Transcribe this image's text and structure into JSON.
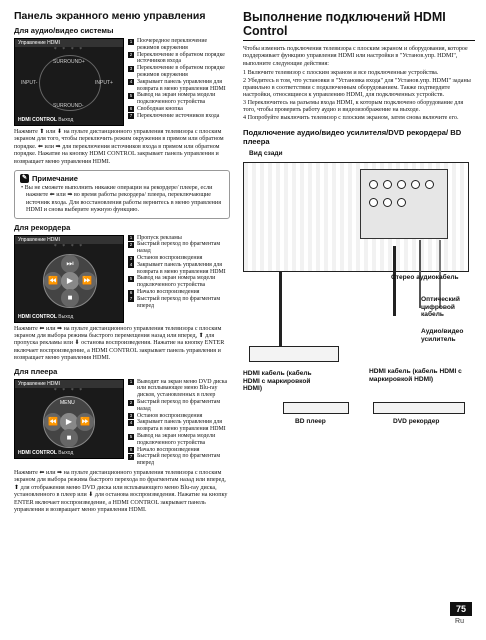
{
  "left": {
    "title": "Панель экранного меню управления",
    "sec1": {
      "heading": "Для аудио/видео системы",
      "screen_title": "Управление HDMI",
      "stars": "* * * *",
      "ring_top": "SURROUND+",
      "ring_left": "INPUT-",
      "ring_right": "INPUT+",
      "ring_bottom": "SURROUND-",
      "footer_bold": "HDMI CONTROL",
      "footer_rest": " Выход",
      "items": [
        {
          "n": "1",
          "t": "Поочередное переключение режимов окружения"
        },
        {
          "n": "2",
          "t": "Переключение в обратном порядке источников входа"
        },
        {
          "n": "3",
          "t": "Переключение в обратном порядке режимов окружения"
        },
        {
          "n": "4",
          "t": "Закрывает панель управления для возврата в меню управления HDMI"
        },
        {
          "n": "5",
          "t": "Вывод на экран номера модели подключенного устройства"
        },
        {
          "n": "6",
          "t": "Свободная кнопка"
        },
        {
          "n": "7",
          "t": "Переключение источников входа"
        }
      ],
      "body": "Нажмите ⬆ или ⬇ на пульте дистанционного управления телевизора с плоским экраном для того, чтобы переключить режим окружения в прямом или обратном порядке. ⬅ или ➡ для переключения источников входа в прямом или обратном порядке. Нажатие на кнопку HDMI CONTROL закрывает панель управления и возвращает меню управления HDMI."
    },
    "note": {
      "heading": "Примечание",
      "text": "• Вы не сможете выполнить никакие операции на рекордере/ плеере, если нажмете ⬅ или ➡ во время работы рекордера/ плеера, переключающие источник входа. Для восстановления работы вернитесь в меню управления HDMI и снова выберите нужную функцию."
    },
    "sec2": {
      "heading": "Для рекордера",
      "screen_title": "Управление HDMI",
      "stars": "* * * *",
      "footer_bold": "HDMI CONTROL",
      "footer_rest": " Выход",
      "items": [
        {
          "n": "1",
          "t": "Пропуск рекламы"
        },
        {
          "n": "2",
          "t": "Быстрый переход по фрагментам назад"
        },
        {
          "n": "3",
          "t": "Останов воспроизведения"
        },
        {
          "n": "4",
          "t": "Закрывает панель управления для возврата в меню управления HDMI"
        },
        {
          "n": "5",
          "t": "Вывод на экран номера модели подключенного устройства"
        },
        {
          "n": "6",
          "t": "Начало воспроизведения"
        },
        {
          "n": "7",
          "t": "Быстрый переход по фрагментам вперед"
        }
      ],
      "body": "Нажмите ⬅ или ➡ на пульте дистанционного управления телевизора с плоским экраном для выбора режима быстрого перемещения назад или вперед, ⬆ для пропуска рекламы или ⬇ останова воспроизведения. Нажатие на кнопку ENTER включает воспроизведение, а HDMI CONTROL закрывает панель управления и возвращает меню управления HDMI."
    },
    "sec3": {
      "heading": "Для плеера",
      "screen_title": "Управление HDMI",
      "stars": "* * * *",
      "menu_label": "MENU",
      "footer_bold": "HDMI CONTROL",
      "footer_rest": " Выход",
      "items": [
        {
          "n": "1",
          "t": "Выводит на экран меню DVD диска или всплывающее меню Blu-ray дисков, установленных в плеер"
        },
        {
          "n": "2",
          "t": "Быстрый переход по фрагментам назад"
        },
        {
          "n": "3",
          "t": "Останов воспроизведения"
        },
        {
          "n": "4",
          "t": "Закрывает панель управления для возврата в меню управления HDMI"
        },
        {
          "n": "5",
          "t": "Вывод на экран номера модели подключенного устройства"
        },
        {
          "n": "6",
          "t": "Начало воспроизведения"
        },
        {
          "n": "7",
          "t": "Быстрый переход по фрагментам вперед"
        }
      ],
      "body": "Нажмите ⬅ или ➡ на пульте дистанционного управления телевизора с плоским экраном для выбора режима быстрого перехода по фрагментам назад или вперед, ⬆ для отображения меню DVD диска или всплывающего меню Blu-ray диска, установленного в плеер или ⬇ для останова воспроизведения. Нажатие на кнопку ENTER включает воспроизведение, а HDMI CONTROL закрывает панель управления и возвращает меню управления HDMI."
    }
  },
  "right": {
    "title": "Выполнение подключений HDMI Control",
    "intro": "Чтобы изменить подключения телевизора с плоским экраном и оборудования, которое поддерживает функцию управления HDMI или настройки в \"Установ.упр. HDMI\", выполните следующие действия:",
    "steps": [
      "1    Включите телевизор с плоским экраном и все подключенные устройства.",
      "2    Убедитесь в том, что установки в \"Установка входа\" для \"Установ.упр. HDMI\" заданы правильно в соответствии с подключенным оборудованием. Также подтвердите настройки, относящиеся к управлению HDMI, для подключенных устройств.",
      "3    Переключитесь на разъемы входа HDMI, к которым подключено оборудование для того, чтобы проверить работу аудио и видеоизображение на выходе.",
      "4    Попробуйте выключить телевизор с плоским экраном, затем снова включите его."
    ],
    "diagram_heading": "Подключение аудио/видео усилителя/DVD рекордера/ BD плеера",
    "labels": {
      "rear_view": "Вид сзади",
      "stereo_cable": "Стерео аудиокабель",
      "optical_cable": "Оптический цифровой кабель",
      "av_amp": "Аудио/видео усилитель",
      "hdmi_cable_left": "HDMI кабель (кабель HDMI с маркировкой HDMI)",
      "hdmi_cable_right": "HDMI кабель (кабель HDMI с маркировкой HDMI)",
      "bd_player": "BD плеер",
      "dvd_recorder": "DVD рекордер"
    }
  },
  "footer": {
    "page_number": "75",
    "lang": "Ru"
  }
}
